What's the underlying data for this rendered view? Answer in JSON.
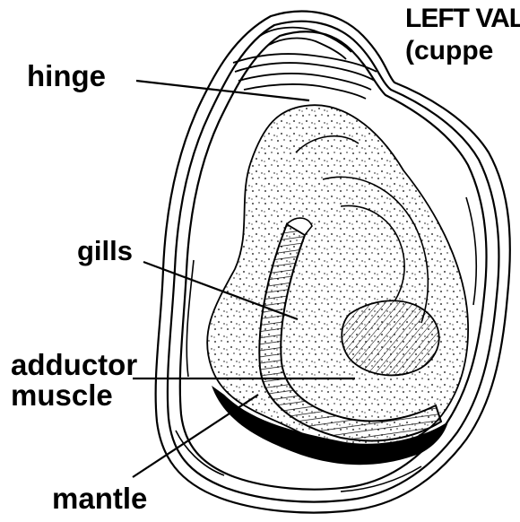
{
  "labels": {
    "title_line1": "LEFT VAL",
    "title_line2": "(cuppe",
    "hinge": "hinge",
    "gills": "gills",
    "adductor_line1": "adductor",
    "adductor_line2": "muscle",
    "mantle": "mantle"
  },
  "colors": {
    "ink": "#000000",
    "paper": "#ffffff"
  }
}
